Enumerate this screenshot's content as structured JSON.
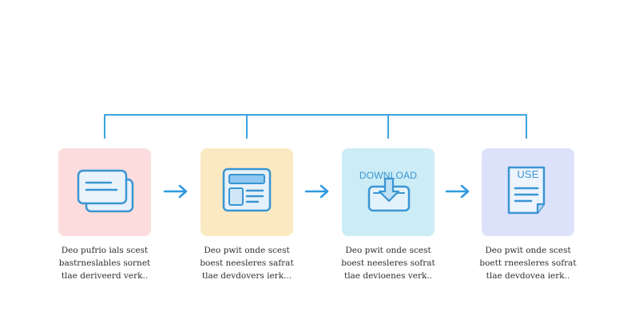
{
  "colors": {
    "connector": "#3da3e0",
    "arrow": "#2f9ae0",
    "icon_stroke": "#3a95d2",
    "card1_bg": "#fcdcdc",
    "card2_bg": "#fbe9c2",
    "card3_bg": "#ccecf6",
    "card4_bg": "#dde2fb",
    "desc_text": "#2e2e2e"
  },
  "steps": [
    {
      "icon": "message-cards-icon",
      "label": "",
      "desc": [
        "Deo pufrio ials scest",
        "bastrneslables sornet",
        "tlae deriveerd verk.."
      ]
    },
    {
      "icon": "layout-window-icon",
      "label": "",
      "desc": [
        "Deo pwit onde scest",
        "boest neesleres safrat",
        "tlae devdovers ierk..."
      ]
    },
    {
      "icon": "download-tray-icon",
      "label": "DOWNLOAD",
      "desc": [
        "Deo pwit onde scest",
        "boest neesleres sofrat",
        "tlae devioenes verk.."
      ]
    },
    {
      "icon": "document-page-icon",
      "label": "USE",
      "desc": [
        "Deo pwit onde scest",
        "boett rneesleres sofrat",
        "tlae devdovea ierk.."
      ]
    }
  ]
}
